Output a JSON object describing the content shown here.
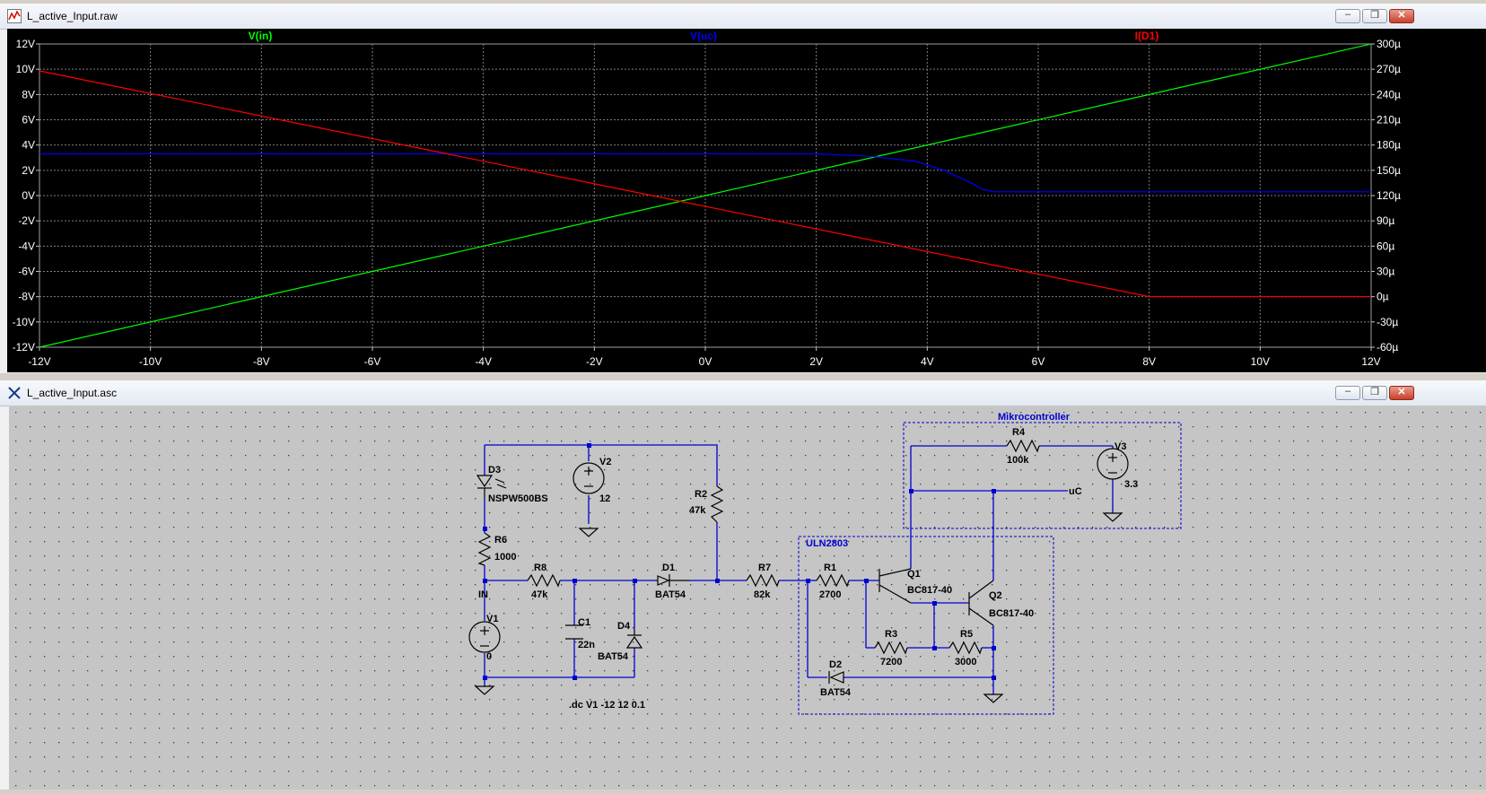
{
  "waveform_window": {
    "title": "L_active_Input.raw",
    "buttons": [
      "minimize",
      "restore",
      "close"
    ]
  },
  "schematic_window": {
    "title": "L_active_Input.asc",
    "buttons": [
      "minimize",
      "restore",
      "close"
    ]
  },
  "chart_data": {
    "type": "line",
    "series": [
      {
        "name": "V(in)",
        "color": "#00ff00",
        "axis": "left",
        "x": [
          -12,
          12
        ],
        "y": [
          -12,
          12
        ]
      },
      {
        "name": "V(uc)",
        "color": "#0000ff",
        "axis": "left",
        "x": [
          -12,
          2,
          3,
          3.8,
          4.3,
          4.7,
          5.0,
          5.2,
          12
        ],
        "y": [
          3.3,
          3.3,
          3.1,
          2.7,
          2.0,
          1.2,
          0.5,
          0.3,
          0.3
        ]
      },
      {
        "name": "I(D1)",
        "color": "#ff0000",
        "axis": "right",
        "x": [
          -12,
          8,
          12
        ],
        "y": [
          268,
          0,
          0
        ]
      }
    ],
    "x_ticks": [
      "-12V",
      "-10V",
      "-8V",
      "-6V",
      "-4V",
      "-2V",
      "0V",
      "2V",
      "4V",
      "6V",
      "8V",
      "10V",
      "12V"
    ],
    "x_values": [
      -12,
      -10,
      -8,
      -6,
      -4,
      -2,
      0,
      2,
      4,
      6,
      8,
      10,
      12
    ],
    "xlim": [
      -12,
      12
    ],
    "y_left_ticks": [
      "12V",
      "10V",
      "8V",
      "6V",
      "4V",
      "2V",
      "0V",
      "-2V",
      "-4V",
      "-6V",
      "-8V",
      "-10V",
      "-12V"
    ],
    "y_left_values": [
      12,
      10,
      8,
      6,
      4,
      2,
      0,
      -2,
      -4,
      -6,
      -8,
      -10,
      -12
    ],
    "ylim_left": [
      -12,
      12
    ],
    "y_right_ticks": [
      "300µ",
      "270µ",
      "240µ",
      "210µ",
      "180µ",
      "150µ",
      "120µ",
      "90µ",
      "60µ",
      "30µ",
      "0µ",
      "-30µ",
      "-60µ"
    ],
    "y_right_values": [
      300,
      270,
      240,
      210,
      180,
      150,
      120,
      90,
      60,
      30,
      0,
      -30,
      -60
    ],
    "ylim_right": [
      -60,
      300
    ],
    "grid": true
  },
  "schematic": {
    "labels": {
      "D3": "D3",
      "D3_val": "NSPW500BS",
      "V2": "V2",
      "V2_val": "12",
      "R2": "R2",
      "R2_val": "47k",
      "R6": "R6",
      "R6_val": "1000",
      "R8": "R8",
      "R8_val": "47k",
      "D1": "D1",
      "D1_val": "BAT54",
      "R7": "R7",
      "R7_val": "82k",
      "IN": "IN",
      "V1": "V1",
      "V1_val": "0",
      "C1": "C1",
      "C1_val": "22n",
      "D4": "D4",
      "D4_val": "BAT54",
      "directive": ".dc V1 -12 12 0.1",
      "ULN": "ULN2803",
      "R1": "R1",
      "R1_val": "2700",
      "Q1": "Q1",
      "Q1_val": "BC817-40",
      "Q2": "Q2",
      "Q2_val": "BC817-40",
      "R3": "R3",
      "R3_val": "7200",
      "R5": "R5",
      "R5_val": "3000",
      "D2": "D2",
      "D2_val": "BAT54",
      "Micro": "Mikrocontroller",
      "R4": "R4",
      "R4_val": "100k",
      "V3": "V3",
      "V3_val": "3.3",
      "uC": "uC"
    }
  }
}
